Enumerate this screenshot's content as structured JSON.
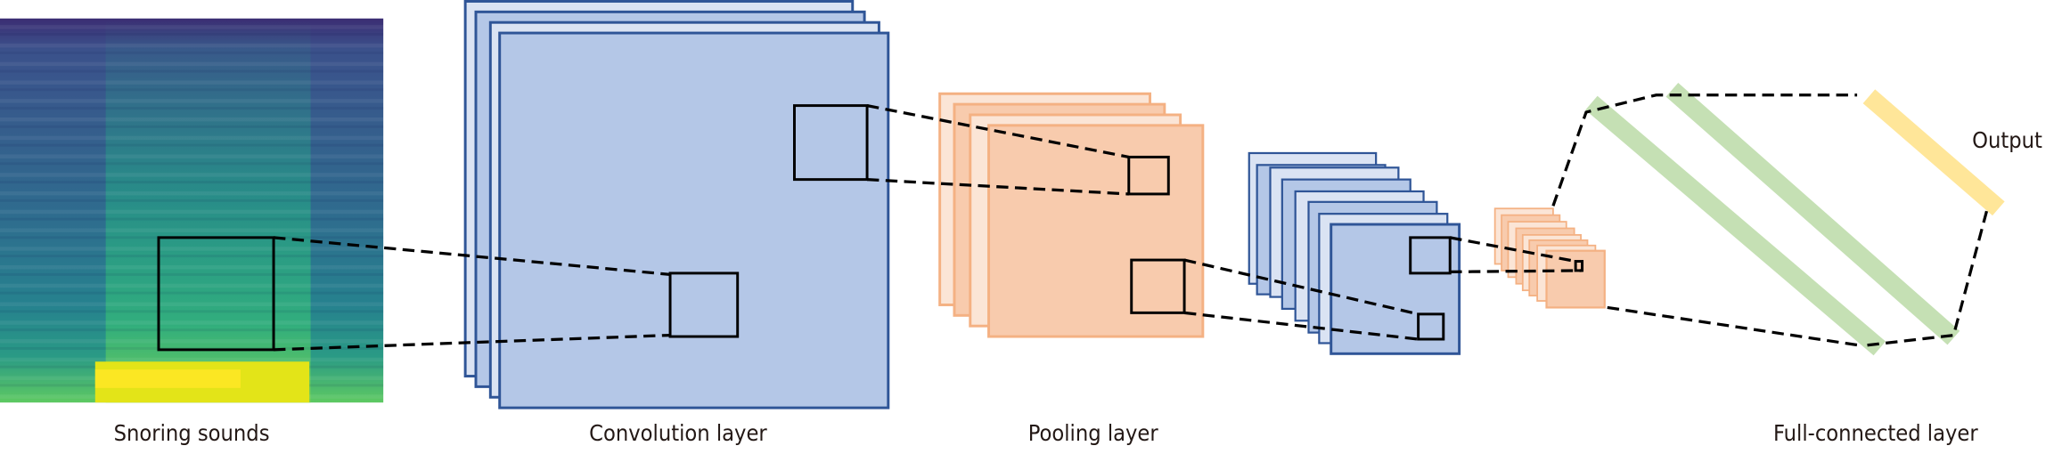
{
  "labels": {
    "input": "Snoring sounds",
    "convolution": "Convolution layer",
    "pooling": "Pooling layer",
    "fully_connected": "Full-connected layer",
    "output": "Output"
  },
  "colors": {
    "conv_fill": "#b4c7e7",
    "conv_fill_light": "#dae3f3",
    "conv_border": "#2f5597",
    "pool_fill": "#f8cbad",
    "pool_fill_light": "#fbe5d6",
    "pool_border": "#f4b183",
    "fc_band": "#c5e0b4",
    "output_band": "#ffe699",
    "connector": "#000000"
  }
}
